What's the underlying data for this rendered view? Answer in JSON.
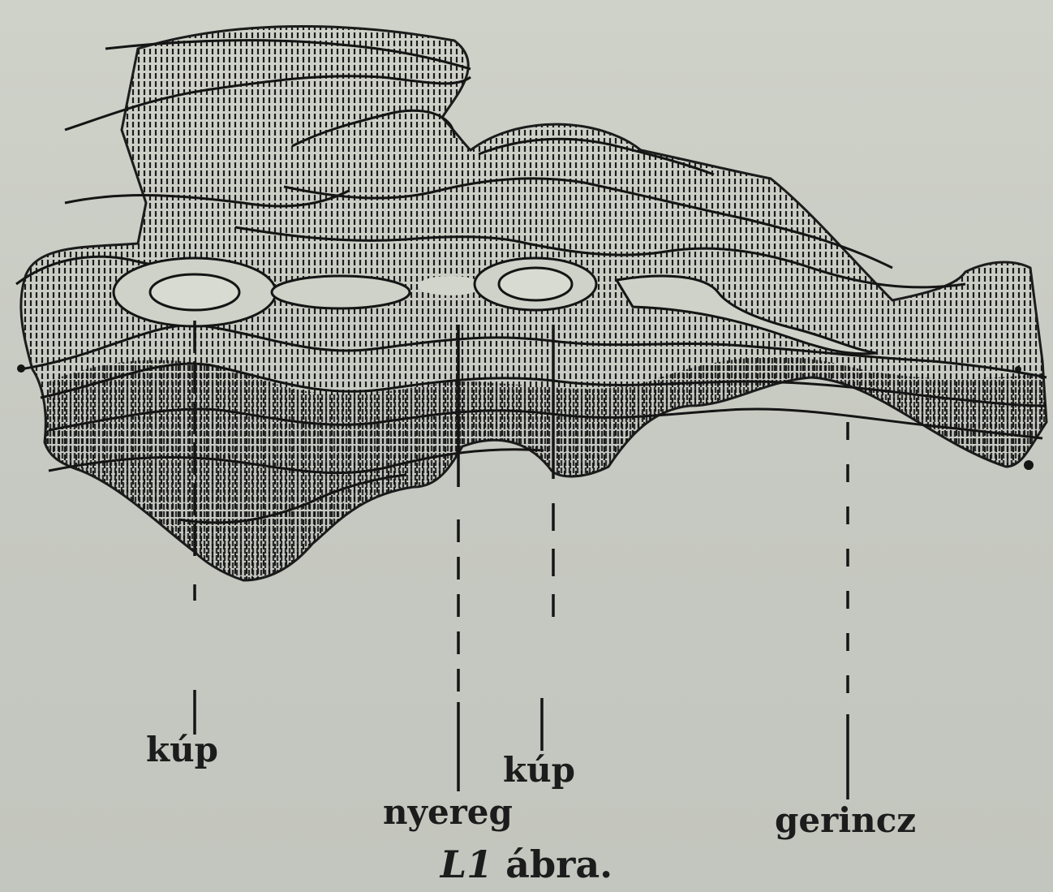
{
  "labels": {
    "cone_left": "kúp",
    "saddle": "nyereg",
    "cone_right": "kúp",
    "ridge": "gerincz"
  },
  "caption": {
    "figure_number": "L1",
    "figure_word": "ábra."
  },
  "colors": {
    "paper": "#c9ccc4",
    "ink": "#1c1c1c"
  }
}
